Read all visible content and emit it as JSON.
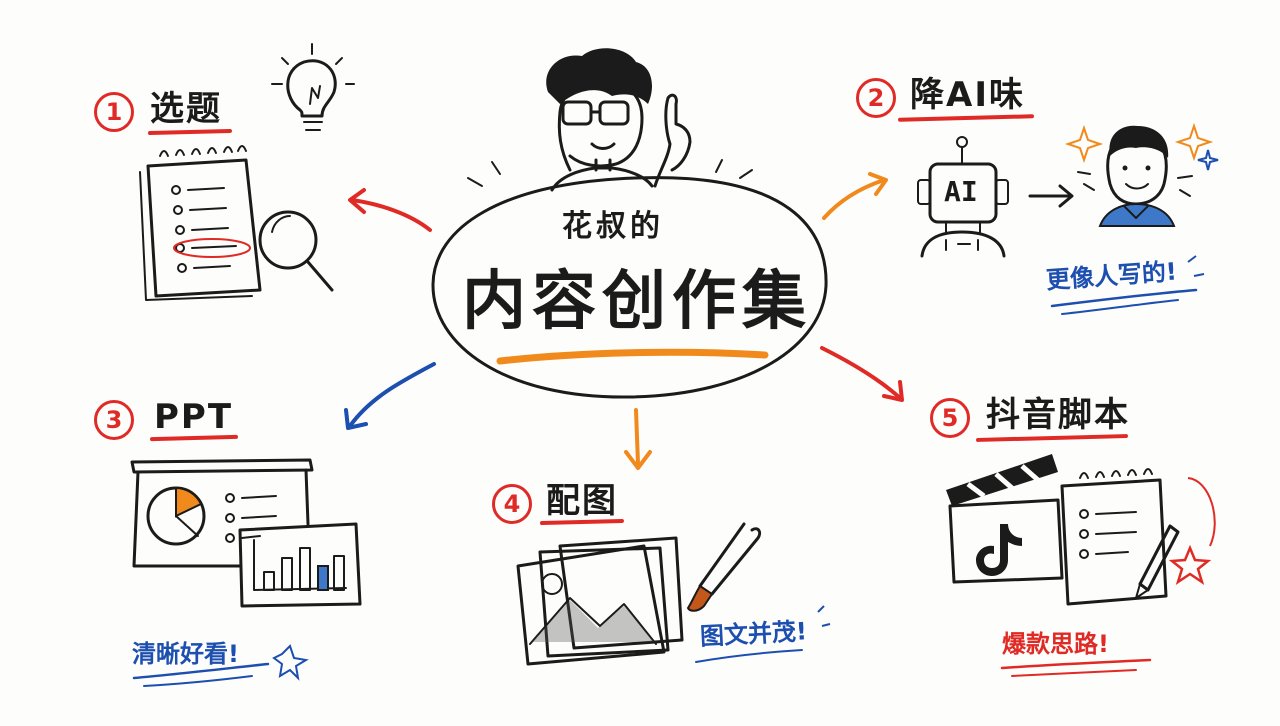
{
  "center": {
    "subtitle": "花叔的",
    "title": "内容创作集"
  },
  "steps": [
    {
      "num": "1",
      "label": "选题"
    },
    {
      "num": "2",
      "label": "降AI味",
      "note": "更像人写的!"
    },
    {
      "num": "3",
      "label": "PPT",
      "note": "清晰好看!"
    },
    {
      "num": "4",
      "label": "配图",
      "note": "图文并茂!"
    },
    {
      "num": "5",
      "label": "抖音脚本",
      "note": "爆款思路!"
    }
  ],
  "robot_label": "AI",
  "icons": [
    "person-pointing-icon",
    "lightbulb-icon",
    "notebook-icon",
    "magnifier-icon",
    "robot-icon",
    "smiling-person-icon",
    "presentation-board-icon",
    "pie-chart-icon",
    "bar-chart-icon",
    "photo-stack-icon",
    "paintbrush-icon",
    "clapperboard-icon",
    "tiktok-logo-icon",
    "notepad-icon",
    "pen-icon",
    "star-icon"
  ],
  "colors": {
    "red": "#e02a25",
    "orange": "#f08a1c",
    "blue": "#1c4fb0",
    "ink": "#1b1b1b"
  }
}
